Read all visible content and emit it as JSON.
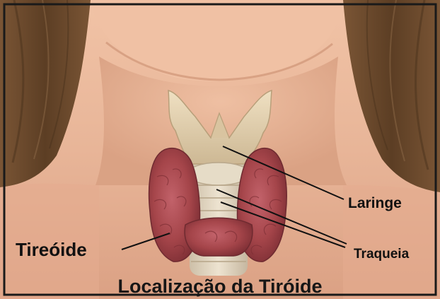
{
  "labels": {
    "laringe": "Laringe",
    "traqueia": "Traqueia",
    "tireoide": "Tireóide"
  },
  "title": "Localização da Tiróide",
  "colors": {
    "skin": "#e8b598",
    "hair": "#6b4a2e",
    "thyroid": "#a5454a",
    "cartilage": "#e2cfae",
    "border": "#1a1a1a"
  }
}
